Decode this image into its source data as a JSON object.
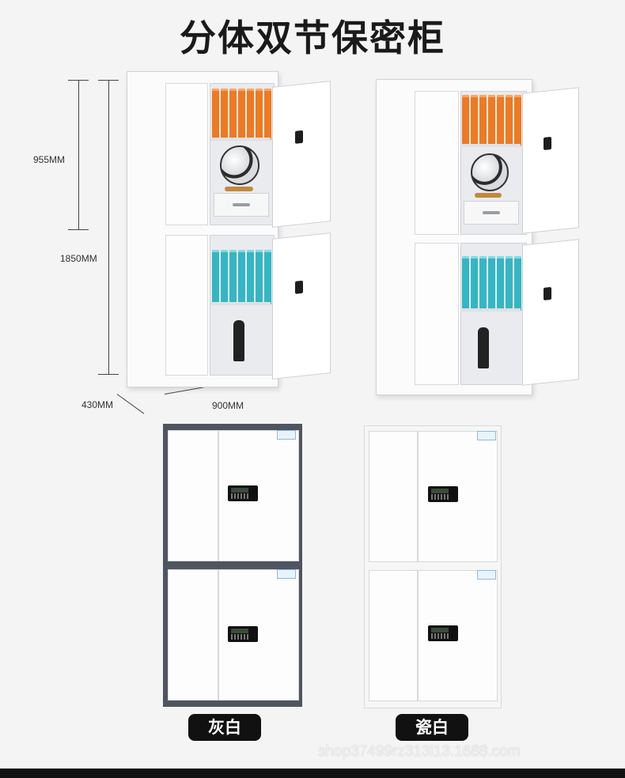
{
  "title": "分体双节保密柜",
  "dimensions": {
    "upper_height": "955MM",
    "total_height": "1850MM",
    "depth": "430MM",
    "width": "900MM"
  },
  "variants": [
    {
      "label": "灰白",
      "frame_color": "#4f5560"
    },
    {
      "label": "瓷白",
      "frame_color": "#f6f6f6"
    }
  ],
  "watermark": "shop37499rz313l13.1688.com"
}
